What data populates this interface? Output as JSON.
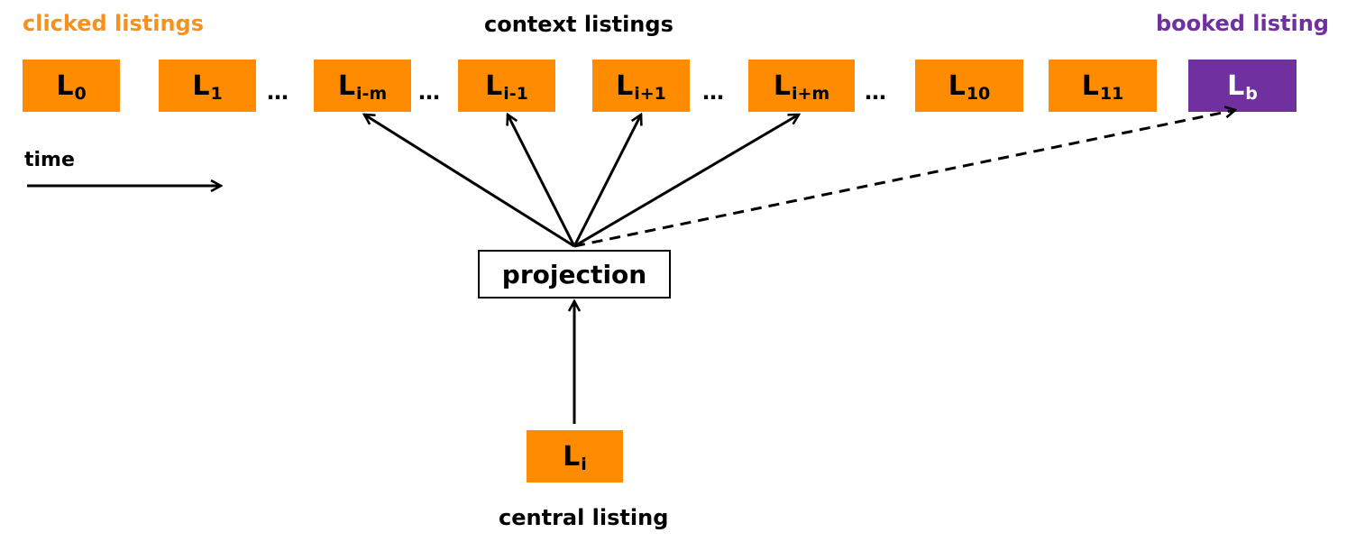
{
  "header": {
    "clicked": "clicked listings",
    "context": "context listings",
    "booked": "booked listing"
  },
  "colors": {
    "clicked": "#ff8c00",
    "booked": "#7030a0"
  },
  "listings": [
    {
      "base": "L",
      "sub": "0"
    },
    {
      "base": "L",
      "sub": "1"
    },
    {
      "base": "L",
      "sub": "i-m"
    },
    {
      "base": "L",
      "sub": "i-1"
    },
    {
      "base": "L",
      "sub": "i+1"
    },
    {
      "base": "L",
      "sub": "i+m"
    },
    {
      "base": "L",
      "sub": "10"
    },
    {
      "base": "L",
      "sub": "11"
    },
    {
      "base": "L",
      "sub": "b"
    }
  ],
  "ellipsis": "…",
  "time_label": "time",
  "projection_label": "projection",
  "central": {
    "base": "L",
    "sub": "i",
    "label": "central listing"
  }
}
